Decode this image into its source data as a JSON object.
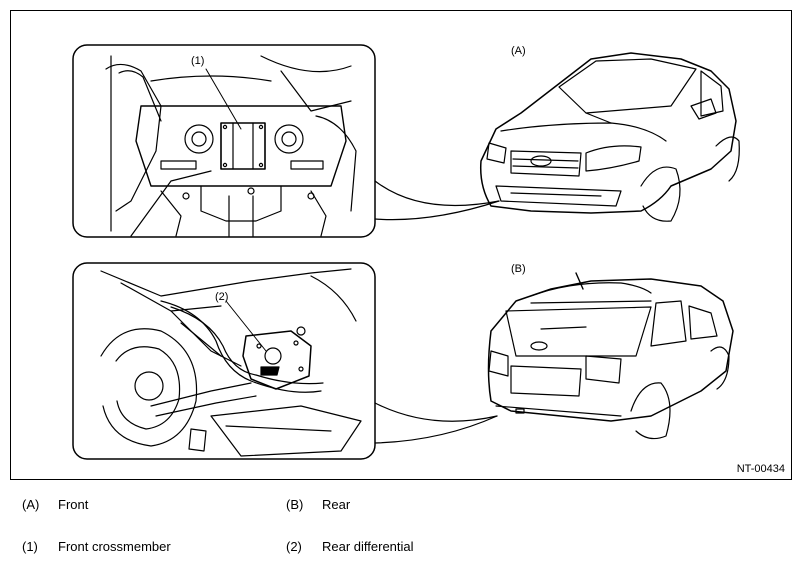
{
  "figure": {
    "labels": {
      "front_view": "(A)",
      "rear_view": "(B)",
      "callout_1": "(1)",
      "callout_2": "(2)"
    },
    "code": "NT-00434"
  },
  "legend": [
    {
      "key": "(A)",
      "text": "Front"
    },
    {
      "key": "(B)",
      "text": "Rear"
    },
    {
      "key": "(1)",
      "text": "Front crossmember"
    },
    {
      "key": "(2)",
      "text": "Rear differential"
    }
  ]
}
